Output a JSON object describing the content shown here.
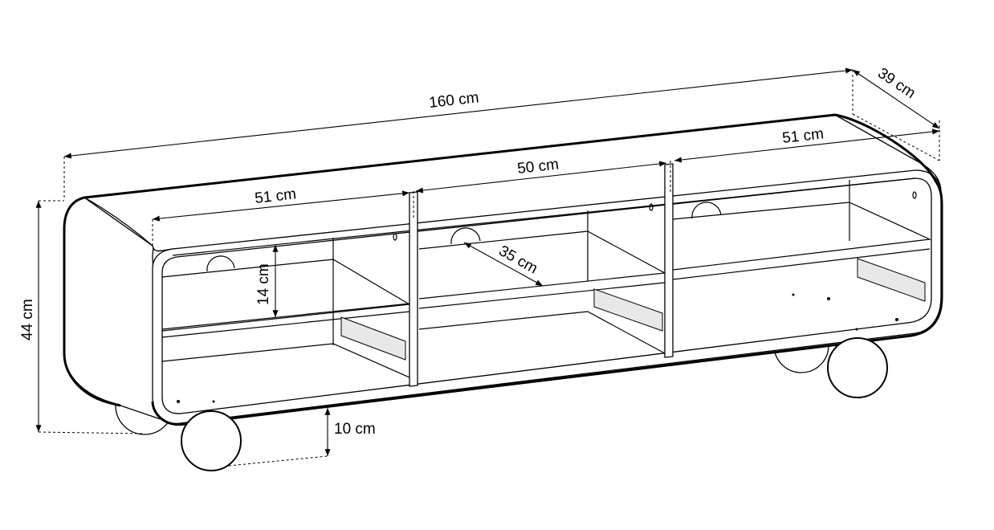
{
  "diagram": {
    "dimensions": {
      "total_width": "160 cm",
      "depth": "39 cm",
      "height": "44 cm",
      "left_compartment_width": "51 cm",
      "middle_compartment_width": "50 cm",
      "right_compartment_width": "51 cm",
      "shelf_depth": "35 cm",
      "shelf_height": "14 cm",
      "leg_height": "10 cm"
    },
    "colors": {
      "line": "#000000",
      "background": "#ffffff"
    }
  }
}
